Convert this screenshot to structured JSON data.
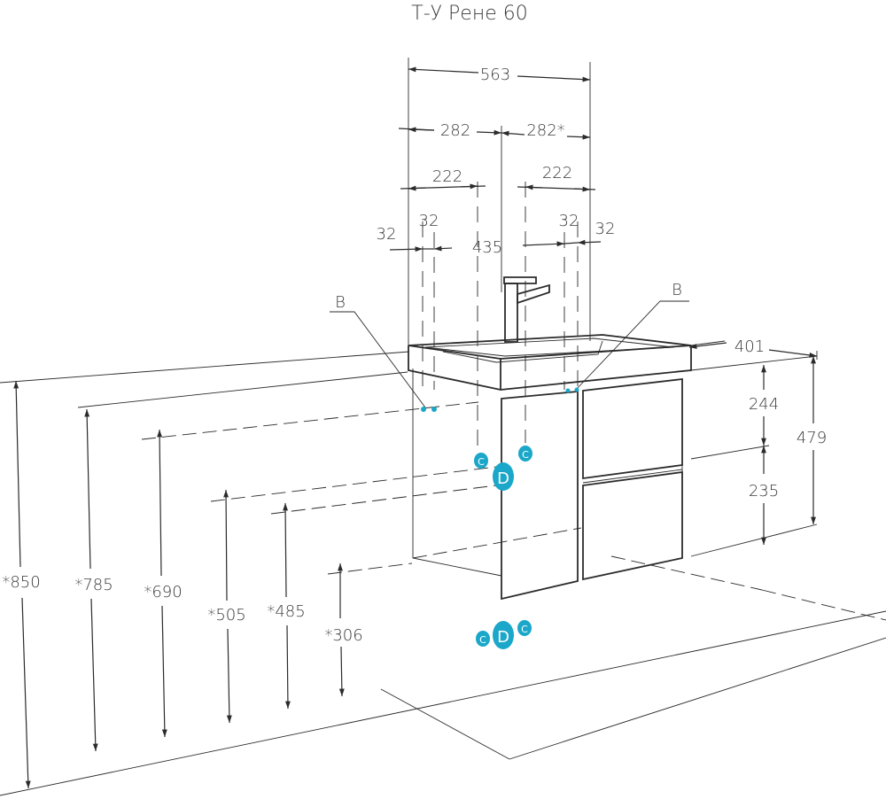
{
  "title": "Т-У Рене 60",
  "top_dims": {
    "total_width": "563",
    "half_left": "282",
    "half_right": "282*",
    "offset_left": "222",
    "offset_right": "222",
    "small_left_outer": "32",
    "small_left_inner": "32",
    "center_span": "435",
    "small_right_inner": "32",
    "small_right_outer": "32"
  },
  "markers": {
    "b_left": "B",
    "b_right": "B",
    "c": "C",
    "d": "D"
  },
  "right_dims": {
    "depth": "401",
    "upper": "244",
    "lower": "235",
    "total_height": "479"
  },
  "left_dims": {
    "h850": "*850",
    "h785": "*785",
    "h690": "*690",
    "h505": "*505",
    "h485": "*485",
    "h306": "*306"
  },
  "colors": {
    "line": "#2b2b2b",
    "marker": "#1aa7c9",
    "text": "#3a3a3a"
  }
}
